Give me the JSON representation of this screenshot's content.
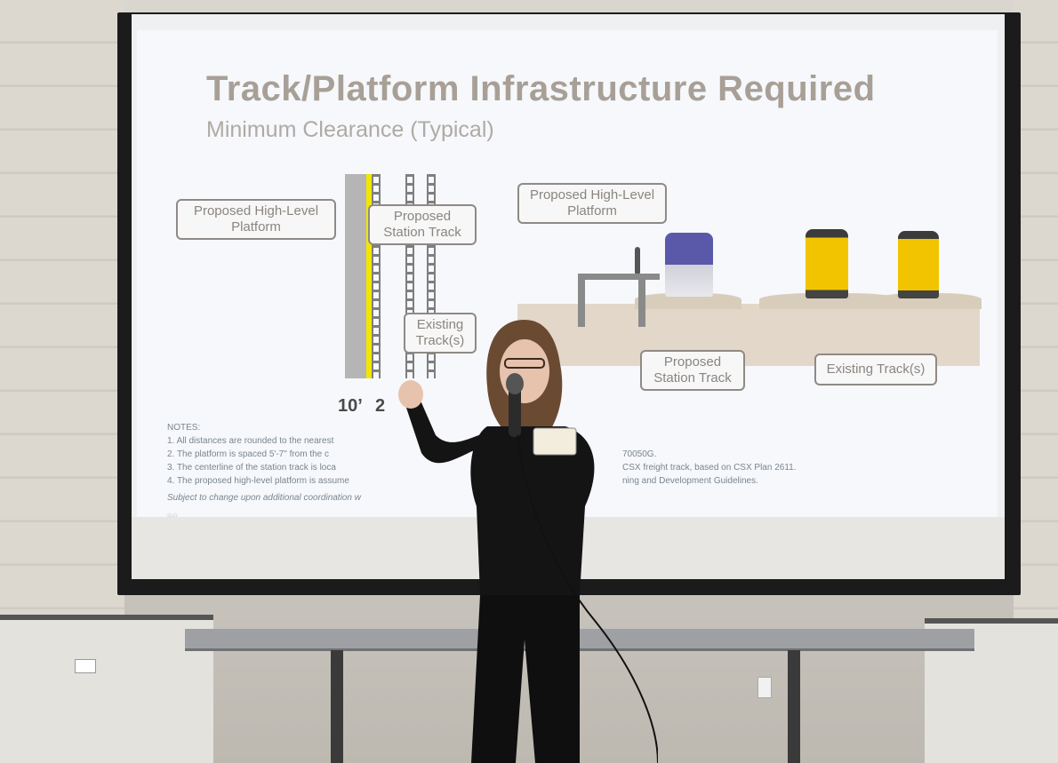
{
  "slide": {
    "title": "Track/Platform Infrastructure Required",
    "subtitle": "Minimum Clearance (Typical)",
    "labels": {
      "proposed_platform_left": "Proposed High-Level Platform",
      "proposed_station_track_plan": "Proposed Station Track",
      "existing_tracks_plan": "Existing Track(s)",
      "proposed_platform_elev": "Proposed High-Level Platform",
      "proposed_station_track_elev": "Proposed Station Track",
      "existing_tracks_elev": "Existing Track(s)"
    },
    "dimensions": [
      "10’",
      "2"
    ],
    "notes_header": "NOTES:",
    "notes": [
      "1. All distances are rounded to the nearest",
      "2. The platform is spaced 5'-7\" from the c",
      "3. The centerline of the station track is loca",
      "4. The proposed high-level platform is assume"
    ],
    "notes_tail": [
      "70050G.",
      "CSX freight track, based on CSX Plan 2611.",
      "ning and Development Guidelines."
    ],
    "footer_note": "Subject to change upon additional coordination w",
    "page_number": "14"
  },
  "colors": {
    "title": "#a89f97",
    "platform_edge": "#f2e600",
    "freight_loco": "#f2c400",
    "passenger_loco": "#5a58a8"
  }
}
